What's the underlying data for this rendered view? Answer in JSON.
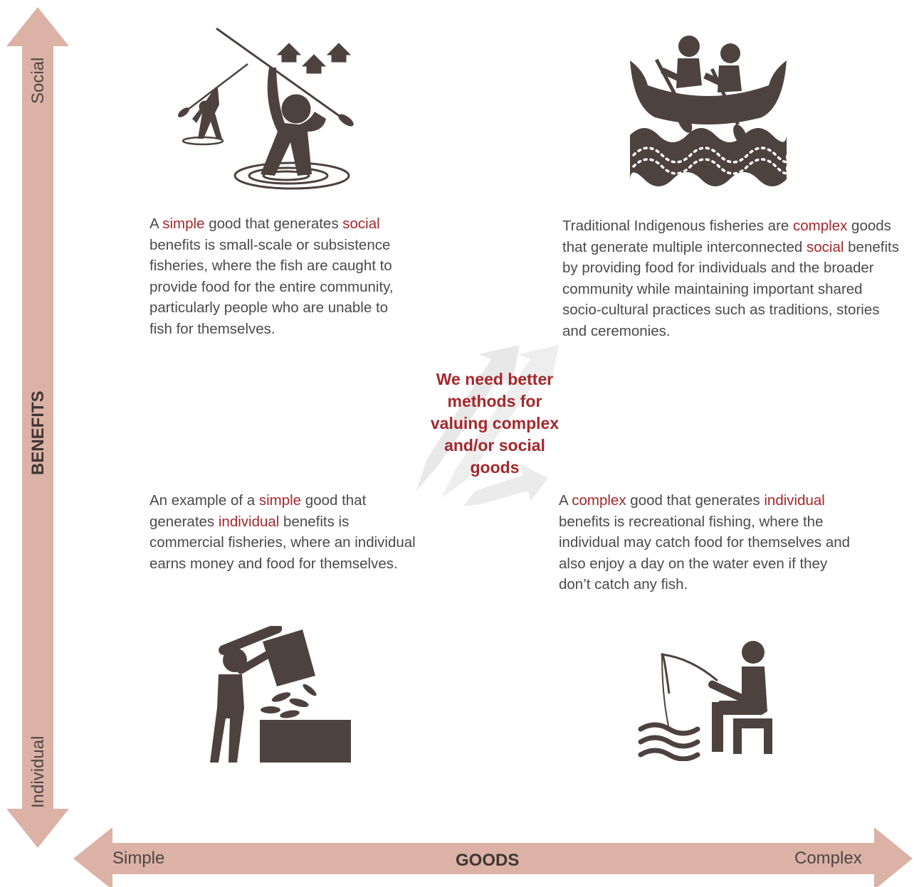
{
  "axes": {
    "vertical": {
      "title": "BENEFITS",
      "top_label": "Social",
      "bottom_label": "Individual"
    },
    "horizontal": {
      "title": "GOODS",
      "left_label": "Simple",
      "right_label": "Complex"
    }
  },
  "quadrants": {
    "top_left": {
      "icon": "spear-fishing-icon",
      "parts": [
        "A ",
        "simple",
        " good that generates ",
        "social",
        " benefits is small-scale or subsistence fisheries, where the fish are caught to provide food for the entire community, particularly people who are unable to fish for themselves."
      ]
    },
    "top_right": {
      "icon": "canoe-paddlers-icon",
      "parts": [
        "Traditional Indigenous fisheries are ",
        "complex",
        " goods that generate multiple interconnected ",
        "social",
        " benefits by providing food for individuals and the broader community while maintaining important shared socio-cultural practices such as traditions, stories and ceremonies."
      ]
    },
    "bottom_left": {
      "icon": "commercial-fishing-crate-icon",
      "parts": [
        "An example of a ",
        "simple",
        " good that generates ",
        "individual",
        " benefits is commercial fisheries, where an individual earns money and food for themselves."
      ]
    },
    "bottom_right": {
      "icon": "recreational-angler-icon",
      "parts": [
        "A ",
        "complex",
        " good that generates ",
        "individual",
        " benefits is recreational fishing, where the individual may catch food for themselves and also enjoy a day on the water even if they don’t catch any fish."
      ]
    }
  },
  "center_message": "We need better methods for valuing complex and/or social goods",
  "colors": {
    "arrow": "#dcb2a6",
    "highlight": "#a4282c",
    "icon": "#4e423f",
    "text": "#4a4a4a"
  }
}
